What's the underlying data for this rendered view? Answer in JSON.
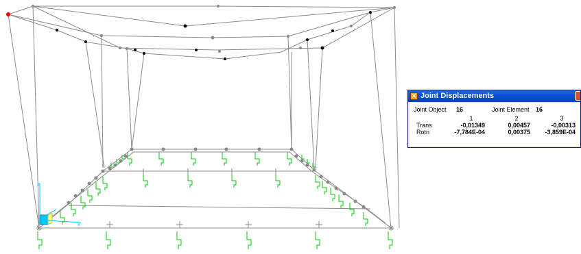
{
  "dialog": {
    "title": "Joint Displacements",
    "joint_object_label": "Joint Object",
    "joint_object_value": "16",
    "joint_element_label": "Joint Element",
    "joint_element_value": "16",
    "column_headers": [
      "1",
      "2",
      "3"
    ],
    "rows": [
      {
        "label": "Trans",
        "values": [
          "-0,01349",
          "0,00457",
          "-0,00313"
        ]
      },
      {
        "label": "Rotn",
        "values": [
          "-7,784E-04",
          "0,00375",
          "-3,859E-04"
        ]
      }
    ]
  },
  "viewport": {
    "line_color": "#909090",
    "support_color": "#00c800",
    "selected_joint_color": "#ff0000",
    "axis_color": "#00c8ff"
  }
}
